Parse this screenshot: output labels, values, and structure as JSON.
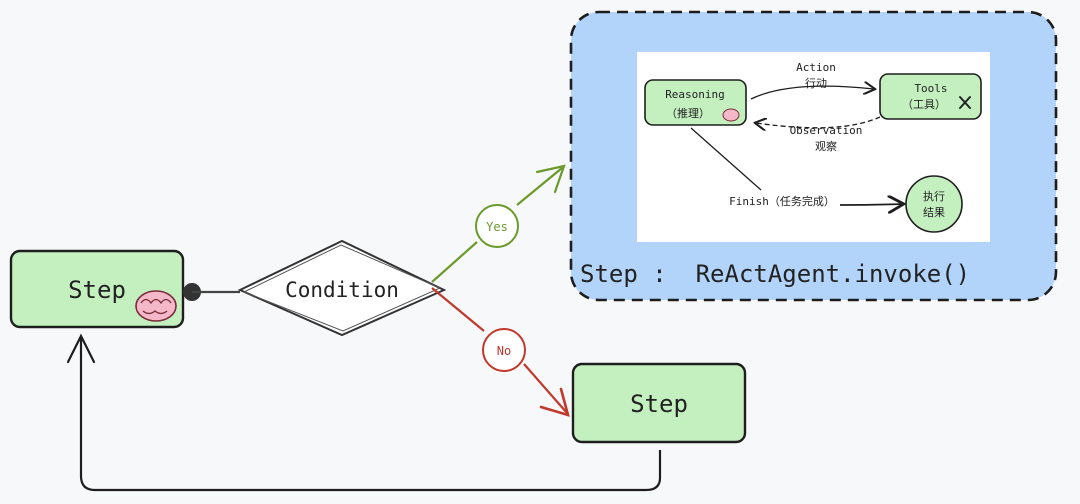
{
  "nodes": {
    "step_left": {
      "label": "Step",
      "icon": "brain-icon"
    },
    "condition": {
      "label": "Condition"
    },
    "step_bottom": {
      "label": "Step"
    },
    "react_panel": {
      "label": "Step :  ReActAgent.invoke()"
    }
  },
  "edges": {
    "yes": {
      "label": "Yes",
      "color": "#6a9a2a"
    },
    "no": {
      "label": "No",
      "color": "#c0392b"
    }
  },
  "react": {
    "reasoning_line1": "Reasoning",
    "reasoning_line2": "（推理）",
    "tools_line1": "Tools",
    "tools_line2": "（工具）",
    "action_line1": "Action",
    "action_line2": "行动",
    "observation_line1": "Observation",
    "observation_line2": "观察",
    "finish_label": "Finish（任务完成）",
    "result_line1": "执行",
    "result_line2": "结果"
  },
  "colors": {
    "node_fill": "#c4f0c0",
    "panel_fill": "#b3d4fa",
    "yes": "#6a9a2a",
    "no": "#c0392b",
    "stroke": "#1e1e1e"
  }
}
